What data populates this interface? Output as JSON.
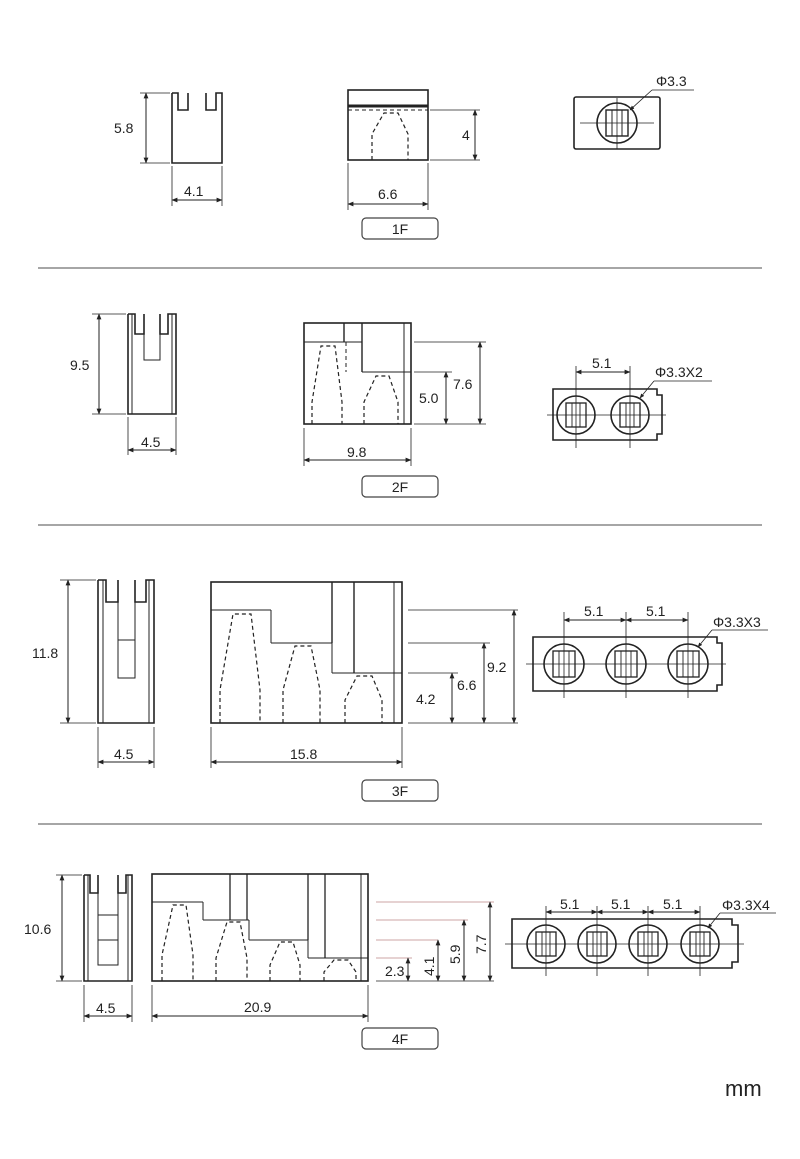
{
  "units": "mm",
  "sections": [
    {
      "label": "1F",
      "side": {
        "height": "5.8",
        "width": "4.1"
      },
      "front": {
        "height": "4",
        "width": "6.6"
      },
      "bottom": {
        "hole": "Φ3.3"
      }
    },
    {
      "label": "2F",
      "side": {
        "height": "9.5",
        "width": "4.5"
      },
      "front": {
        "width": "9.8",
        "steps": [
          "5.0",
          "7.6"
        ]
      },
      "bottom": {
        "pitch": [
          "5.1"
        ],
        "hole": "Φ3.3X2"
      }
    },
    {
      "label": "3F",
      "side": {
        "height": "11.8",
        "width": "4.5"
      },
      "front": {
        "width": "15.8",
        "steps": [
          "4.2",
          "6.6",
          "9.2"
        ]
      },
      "bottom": {
        "pitch": [
          "5.1",
          "5.1"
        ],
        "hole": "Φ3.3X3"
      }
    },
    {
      "label": "4F",
      "side": {
        "height": "10.6",
        "width": "4.5"
      },
      "front": {
        "width": "20.9",
        "steps": [
          "2.3",
          "4.1",
          "5.9",
          "7.7"
        ]
      },
      "bottom": {
        "pitch": [
          "5.1",
          "5.1",
          "5.1"
        ],
        "hole": "Φ3.3X4"
      }
    }
  ]
}
